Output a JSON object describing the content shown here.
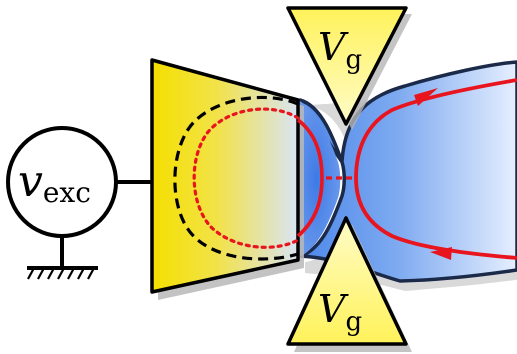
{
  "gate_top": {
    "symbol": "V",
    "subscript": "g"
  },
  "gate_bottom": {
    "symbol": "V",
    "subscript": "g"
  },
  "source": {
    "symbol": "v",
    "subscript": "exc"
  },
  "colors": {
    "gate_yellow": "#fff23a",
    "gate_yellow_light": "#fffbb8",
    "contact_yellow": "#f5e21a",
    "electron_blue": "#4a86e8",
    "electron_blue_light": "#d8e6fb",
    "edge_red": "#e8141e",
    "outline": "#000000",
    "shadow": "#b8b8b8"
  }
}
